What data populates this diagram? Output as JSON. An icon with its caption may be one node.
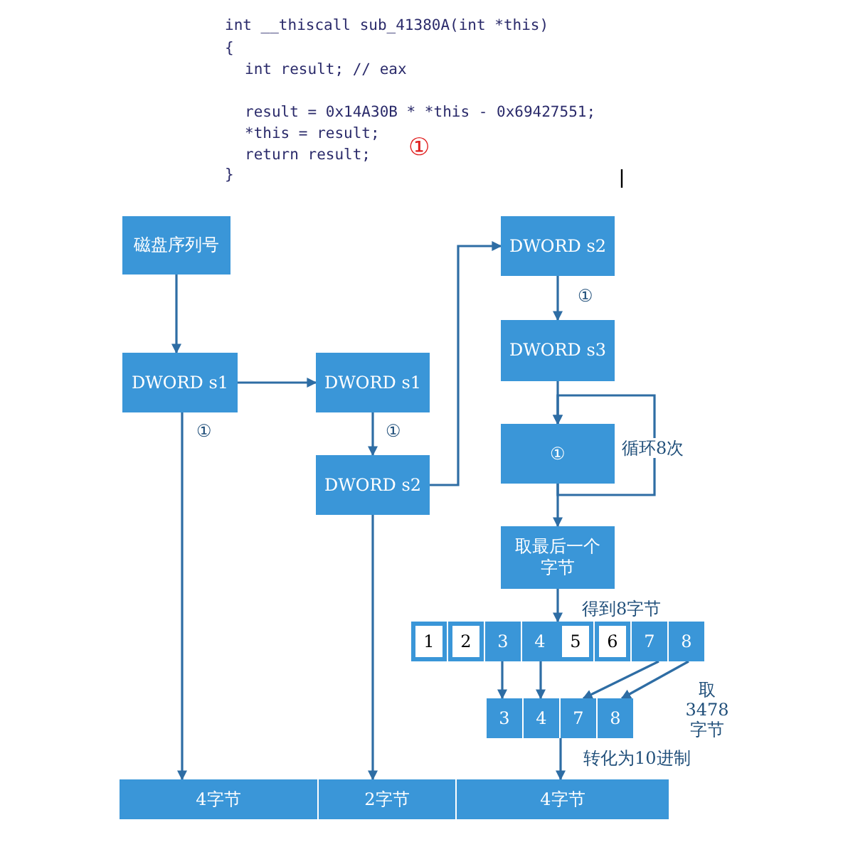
{
  "diagram": {
    "nodes": [
      {
        "text": [
          "磁盘序列号"
        ]
      },
      {
        "text": [
          "DWORD s1"
        ]
      },
      {
        "text": [
          "DWORD s1"
        ]
      },
      {
        "text": [
          "DWORD s2"
        ]
      },
      {
        "text": [
          "DWORD s2"
        ]
      },
      {
        "text": [
          "DWORD s3"
        ]
      },
      {
        "text": [
          "①"
        ]
      },
      {
        "text": [
          "取最后一个字节"
        ]
      },
      {
        "text": [
          "1"
        ]
      },
      {
        "text": [
          "2"
        ]
      },
      {
        "text": [
          "3"
        ]
      },
      {
        "text": [
          "4"
        ]
      },
      {
        "text": [
          "5"
        ]
      },
      {
        "text": [
          "6"
        ]
      },
      {
        "text": [
          "7"
        ]
      },
      {
        "text": [
          "8"
        ]
      },
      {
        "text": [
          "3"
        ]
      },
      {
        "text": [
          "4"
        ]
      },
      {
        "text": [
          "7"
        ]
      },
      {
        "text": [
          "8"
        ]
      },
      {
        "text": [
          "4字节"
        ]
      },
      {
        "text": [
          "2字节"
        ]
      },
      {
        "text": [
          "4字节"
        ]
      }
    ],
    "edges": [
      {
        "from": 0,
        "to": 1,
        "arrow": "to"
      },
      {
        "from": 1,
        "to": 2,
        "arrow": "to"
      },
      {
        "from": 1,
        "to": 20,
        "arrow": "to",
        "label": "①"
      },
      {
        "from": 2,
        "to": 3,
        "arrow": "to",
        "label": "①"
      },
      {
        "from": 3,
        "to": 4,
        "arrow": "to"
      },
      {
        "from": 3,
        "to": 21,
        "arrow": "to"
      },
      {
        "from": 4,
        "to": 5,
        "arrow": "to",
        "label": "①"
      },
      {
        "from": 5,
        "to": 6,
        "arrow": "to"
      },
      {
        "from": 6,
        "to": 6,
        "arrow": "to",
        "label": "循环8次"
      },
      {
        "from": 6,
        "to": 7,
        "arrow": "to"
      },
      {
        "from": 7,
        "to": 11,
        "arrow": "to",
        "label": "得到8字节"
      },
      {
        "from": 10,
        "to": 16,
        "arrow": "to"
      },
      {
        "from": 11,
        "to": 17,
        "arrow": "to"
      },
      {
        "from": 14,
        "to": 18,
        "arrow": "to"
      },
      {
        "from": 15,
        "to": 19,
        "arrow": "to",
        "label": "取3478字节"
      },
      {
        "from": 18,
        "to": 22,
        "arrow": "to",
        "label": "转化为10进制"
      }
    ],
    "labels": [
      "int __thiscall sub_41380A(int *this)",
      "{",
      "int result; // eax",
      "result = 0x14A30B * *this - 0x69427551;",
      "*this = result;",
      "return result;",
      "①",
      "}"
    ]
  }
}
